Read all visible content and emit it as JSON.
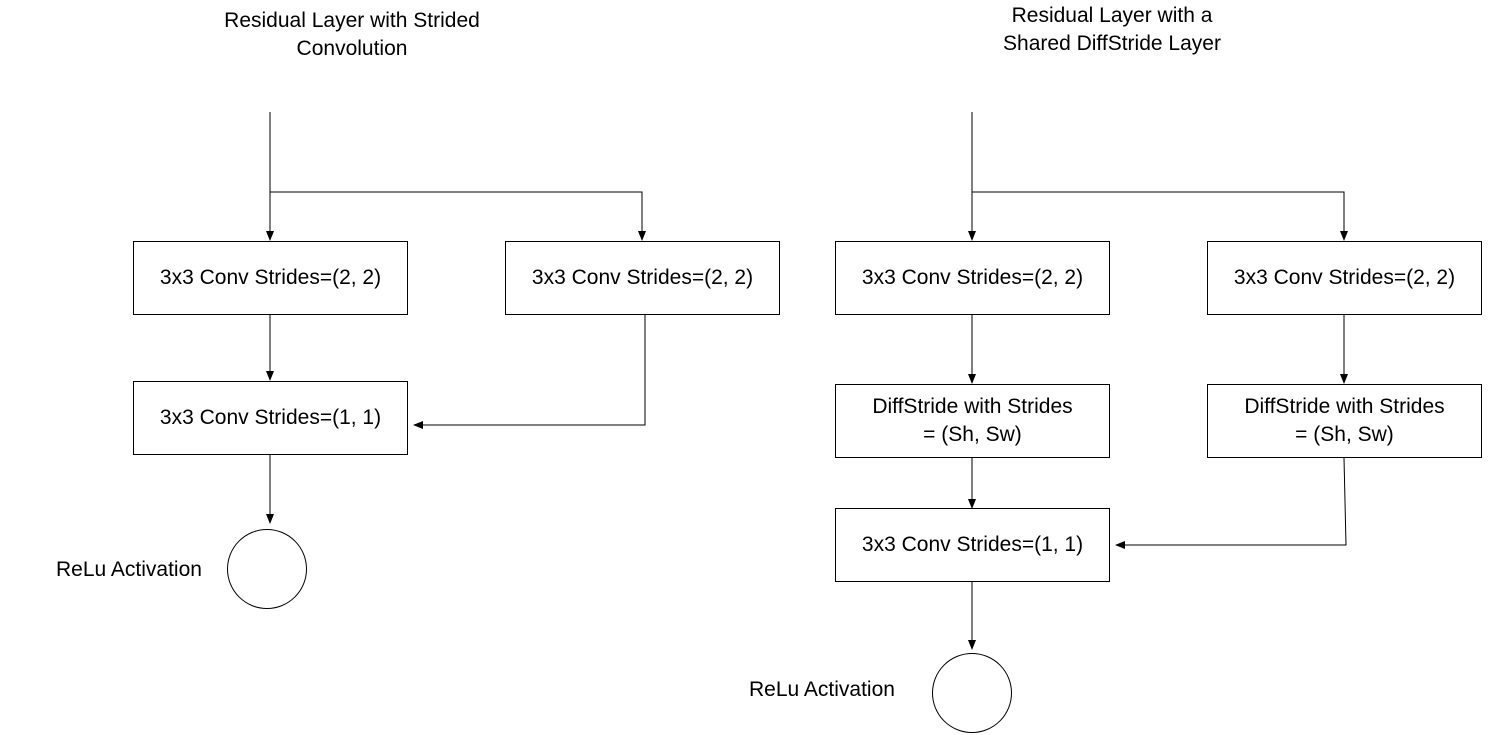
{
  "left_diagram": {
    "title": "Residual Layer with Strided\nConvolution",
    "main_conv": "3x3 Conv Strides=(2, 2)",
    "branch_conv": "3x3 Conv Strides=(2, 2)",
    "merge_conv": "3x3 Conv Strides=(1, 1)",
    "activation_label": "ReLu Activation"
  },
  "right_diagram": {
    "title": "Residual Layer with a\nShared DiffStride Layer",
    "main_conv": "3x3 Conv Strides=(2, 2)",
    "branch_conv": "3x3 Conv Strides=(2, 2)",
    "main_diffstride": "DiffStride with Strides\n= (Sh, Sw)",
    "branch_diffstride": "DiffStride with Strides\n= (Sh, Sw)",
    "merge_conv": "3x3 Conv Strides=(1, 1)",
    "activation_label": "ReLu Activation"
  },
  "colors": {
    "stroke": "#000000",
    "fill": "#ffffff"
  }
}
